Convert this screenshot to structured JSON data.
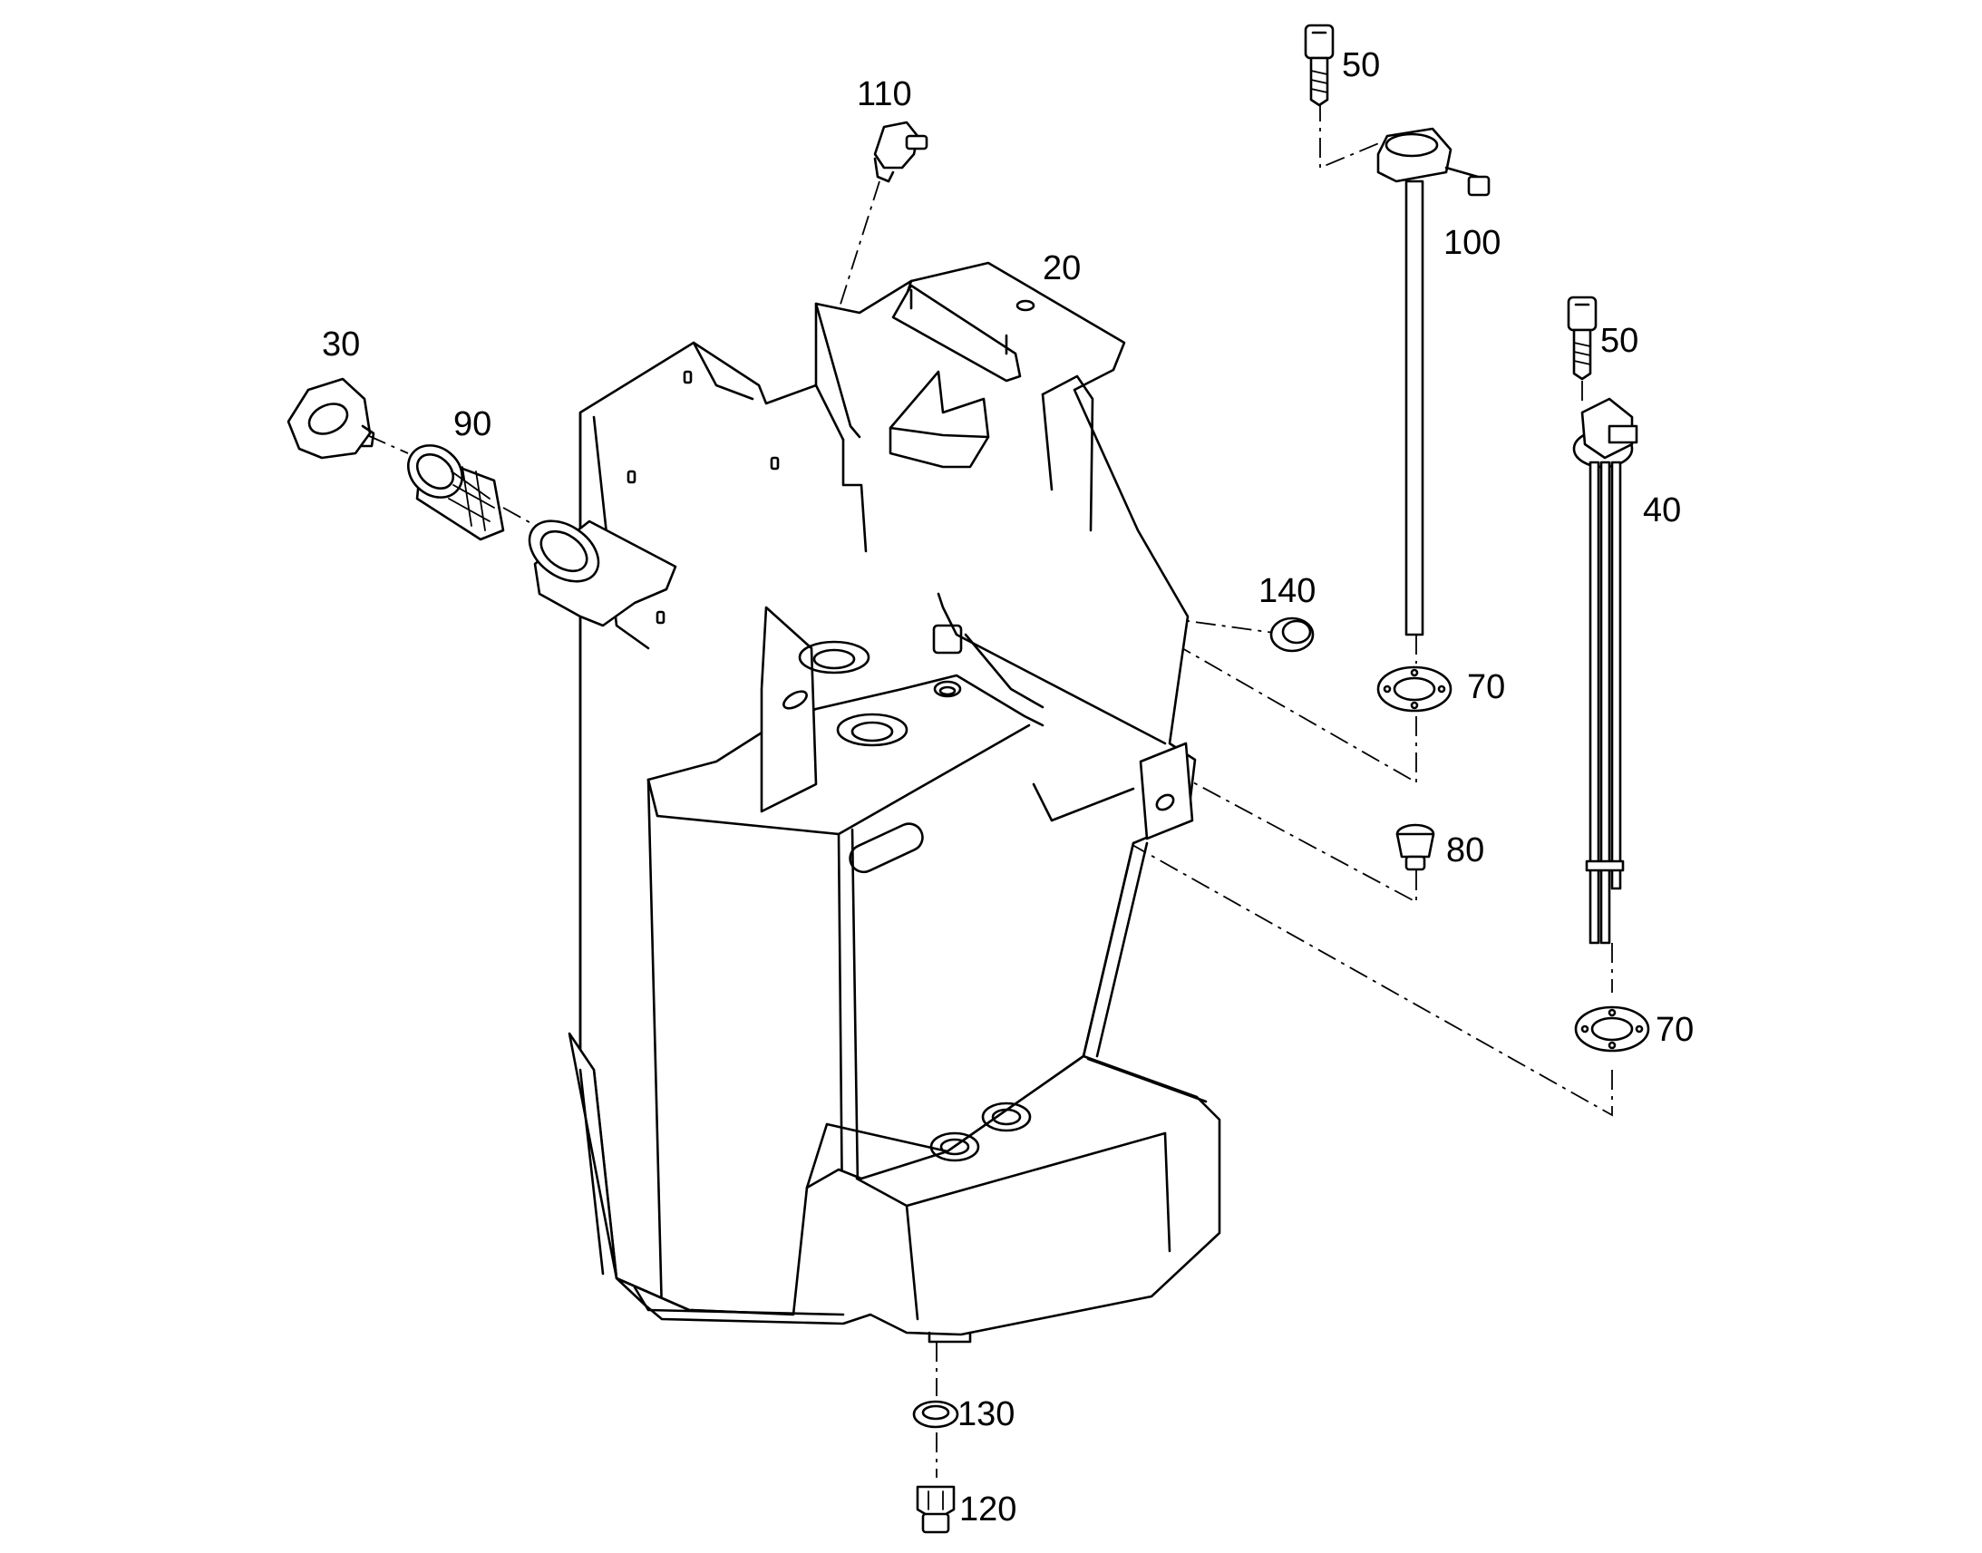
{
  "labels": {
    "p20": "20",
    "p30": "30",
    "p40": "40",
    "p50a": "50",
    "p50b": "50",
    "p70a": "70",
    "p70b": "70",
    "p80": "80",
    "p90": "90",
    "p100": "100",
    "p110": "110",
    "p120": "120",
    "p130": "130",
    "p140": "140"
  }
}
